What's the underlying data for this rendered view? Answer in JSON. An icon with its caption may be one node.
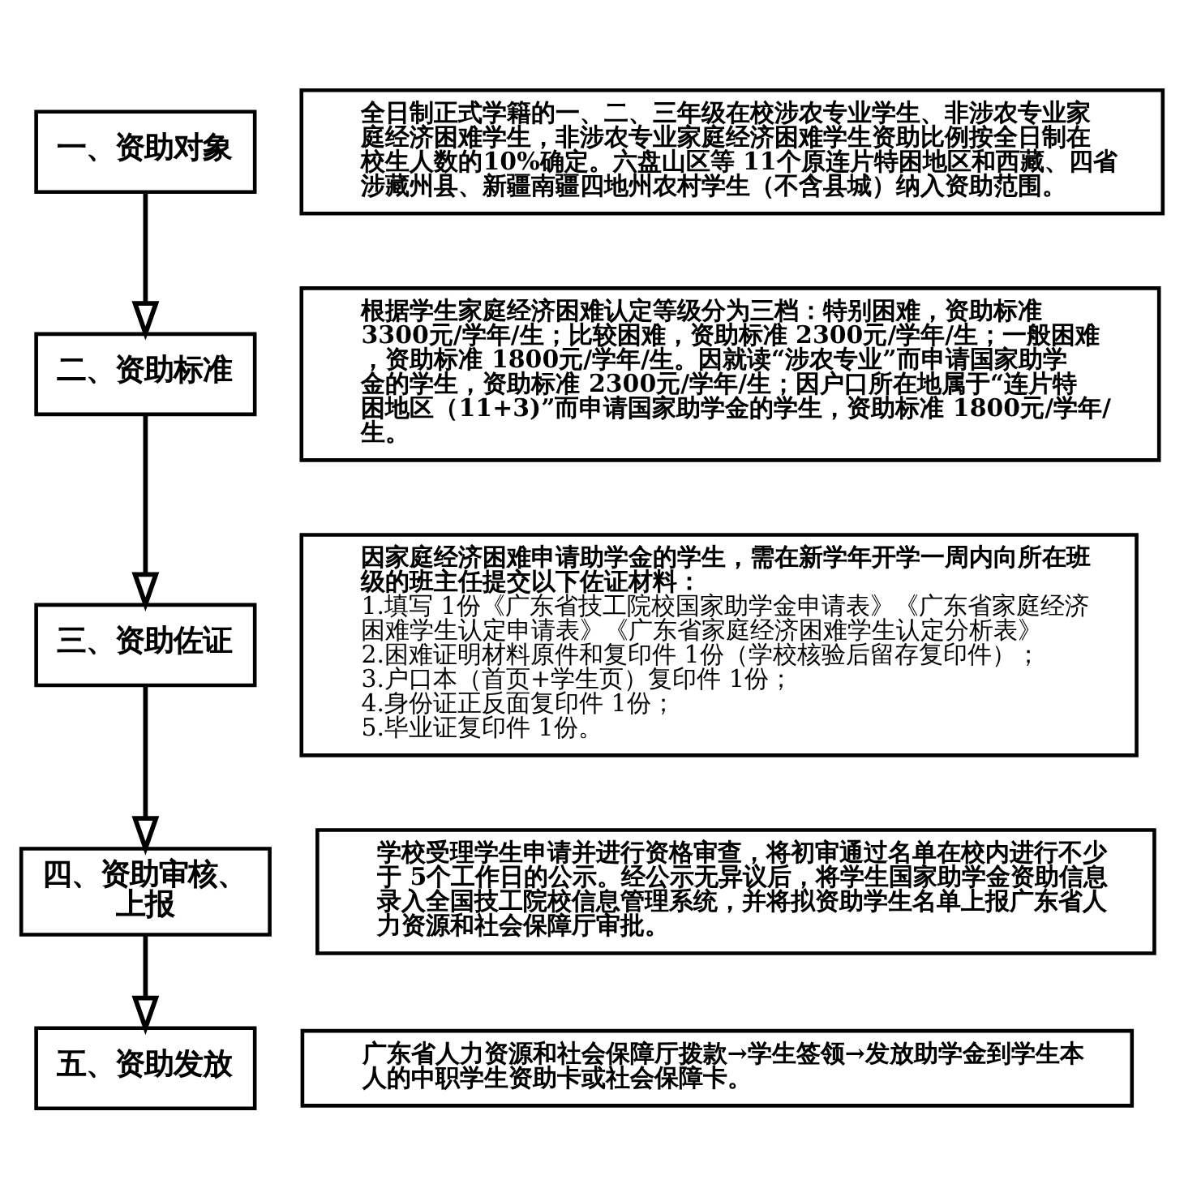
{
  "diagram": {
    "nodes": [
      {
        "text": [
          "一、资助对象"
        ]
      },
      {
        "text": [
          "全日制正式学籍的一、二、三年级在校涉农专业学生、非涉农专业家庭经济困难学生，非涉农专业家庭经济困难学生资助比例按全日制在校生人数的10%确定。六盘山区等 11个原连片特困地区和西藏、四省涉藏州县、新疆南疆四地州农村学生（不含县城）纳入资助范围。"
        ]
      },
      {
        "text": [
          "二、资助标准"
        ]
      },
      {
        "text": [
          "根据学生家庭经济困难认定等级分为三档：特别困难，资助标准 3300元/学年/生；比较困难，资助标准 2300元/学年/生；一般困难，资助标准 1800元/学年/生。因就读“涉农专业”而申请国家助学金的学生，资助标准 2300元/学年/生；因户口所在地属于“连片特困地区（11+3)”而申请国家助学金的学生，资助标准 1800元/学年/生。"
        ]
      },
      {
        "text": [
          "三、资助佐证"
        ]
      },
      {
        "text": [
          "因家庭经济困难申请助学金的学生，需在新学年开学一周内向所在班级的班主任提交以下佐证材料：",
          "1.填写 1份《广东省技工院校国家助学金申请表》《广东省家庭经济困难学生认定申请表》《广东省家庭经济困难学生认定分析表》",
          "2.困难证明材料原件和复印件 1份（学校核验后留存复印件）；",
          "3.户口本（首页+学生页）复印件 1份；",
          "4.身份证正反面复印件 1份；",
          "5.毕业证复印件 1份。"
        ]
      },
      {
        "text": [
          "四、资助审核、上报"
        ]
      },
      {
        "text": [
          "学校受理学生申请并进行资格审查，将初审通过名单在校内进行不少于 5个工作日的公示。经公示无异议后，将学生国家助学金资助信息录入全国技工院校信息管理系统，并将拟资助学生名单上报广东省人力资源和社会保障厅审批。"
        ]
      },
      {
        "text": [
          "五、资助发放"
        ]
      },
      {
        "text": [
          "广东省人力资源和社会保障厅拨款→学生签领→发放助学金到学生本人的中职学生资助卡或社会保障卡。"
        ]
      }
    ],
    "edges": [
      {
        "from": 0,
        "to": 2,
        "arrow": "to"
      },
      {
        "from": 2,
        "to": 4,
        "arrow": "to"
      },
      {
        "from": 4,
        "to": 6,
        "arrow": "to"
      },
      {
        "from": 6,
        "to": 8,
        "arrow": "to"
      }
    ]
  }
}
